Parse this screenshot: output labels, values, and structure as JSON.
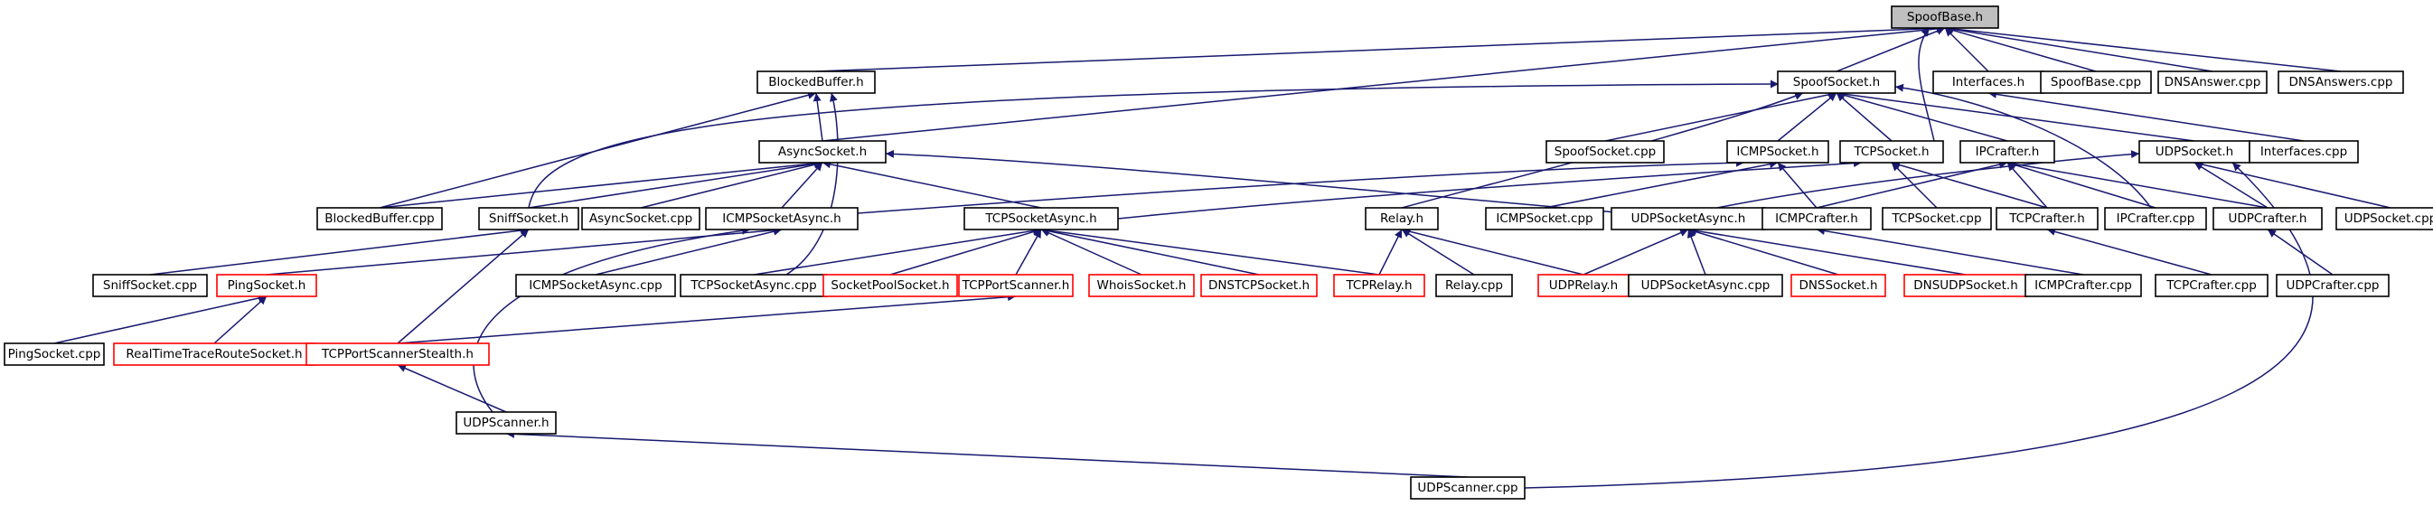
{
  "diagram": {
    "nodes": [
      {
        "id": "spoofbase_h",
        "label": "SpoofBase.h",
        "root": true
      },
      {
        "id": "blockedbuffer_h",
        "label": "BlockedBuffer.h"
      },
      {
        "id": "spoofsocket_h",
        "label": "SpoofSocket.h"
      },
      {
        "id": "interfaces_h",
        "label": "Interfaces.h"
      },
      {
        "id": "spoofbase_cpp",
        "label": "SpoofBase.cpp"
      },
      {
        "id": "dnsanswer_cpp",
        "label": "DNSAnswer.cpp"
      },
      {
        "id": "dnsanswers_cpp",
        "label": "DNSAnswers.cpp"
      },
      {
        "id": "asyncsocket_h",
        "label": "AsyncSocket.h"
      },
      {
        "id": "spoofsocket_cpp",
        "label": "SpoofSocket.cpp"
      },
      {
        "id": "icmpsocket_h",
        "label": "ICMPSocket.h"
      },
      {
        "id": "tcpsocket_h",
        "label": "TCPSocket.h"
      },
      {
        "id": "ipcrafter_h",
        "label": "IPCrafter.h"
      },
      {
        "id": "udpsocket_h",
        "label": "UDPSocket.h"
      },
      {
        "id": "interfaces_cpp",
        "label": "Interfaces.cpp"
      },
      {
        "id": "blockedbuffer_cpp",
        "label": "BlockedBuffer.cpp"
      },
      {
        "id": "sniffsocket_h",
        "label": "SniffSocket.h"
      },
      {
        "id": "asyncsocket_cpp",
        "label": "AsyncSocket.cpp"
      },
      {
        "id": "icmpsocketasync_h",
        "label": "ICMPSocketAsync.h"
      },
      {
        "id": "tcpsocketasync_h",
        "label": "TCPSocketAsync.h"
      },
      {
        "id": "relay_h",
        "label": "Relay.h"
      },
      {
        "id": "icmpsocket_cpp",
        "label": "ICMPSocket.cpp"
      },
      {
        "id": "udpsocketasync_h",
        "label": "UDPSocketAsync.h"
      },
      {
        "id": "icmpcrafter_h",
        "label": "ICMPCrafter.h"
      },
      {
        "id": "tcpsocket_cpp",
        "label": "TCPSocket.cpp"
      },
      {
        "id": "tcpcrafter_h",
        "label": "TCPCrafter.h"
      },
      {
        "id": "ipcrafter_cpp",
        "label": "IPCrafter.cpp"
      },
      {
        "id": "udpcrafter_h",
        "label": "UDPCrafter.h"
      },
      {
        "id": "udpsocket_cpp",
        "label": "UDPSocket.cpp"
      },
      {
        "id": "sniffsocket_cpp",
        "label": "SniffSocket.cpp"
      },
      {
        "id": "pingsocket_h",
        "label": "PingSocket.h",
        "missing": true
      },
      {
        "id": "icmpsocketasync_cpp",
        "label": "ICMPSocketAsync.cpp"
      },
      {
        "id": "tcpsocketasync_cpp",
        "label": "TCPSocketAsync.cpp"
      },
      {
        "id": "socketpoolsocket_h",
        "label": "SocketPoolSocket.h",
        "missing": true
      },
      {
        "id": "tcpportscanner_h",
        "label": "TCPPortScanner.h",
        "missing": true
      },
      {
        "id": "whoissocket_h",
        "label": "WhoisSocket.h",
        "missing": true
      },
      {
        "id": "dnstcpsocket_h",
        "label": "DNSTCPSocket.h",
        "missing": true
      },
      {
        "id": "tcprelay_h",
        "label": "TCPRelay.h",
        "missing": true
      },
      {
        "id": "relay_cpp",
        "label": "Relay.cpp"
      },
      {
        "id": "udprelay_h",
        "label": "UDPRelay.h",
        "missing": true
      },
      {
        "id": "udpsocketasync_cpp",
        "label": "UDPSocketAsync.cpp"
      },
      {
        "id": "dnssocket_h",
        "label": "DNSSocket.h",
        "missing": true
      },
      {
        "id": "dnsudpsocket_h",
        "label": "DNSUDPSocket.h",
        "missing": true
      },
      {
        "id": "icmpcrafter_cpp",
        "label": "ICMPCrafter.cpp"
      },
      {
        "id": "tcpcrafter_cpp",
        "label": "TCPCrafter.cpp"
      },
      {
        "id": "udpcrafter_cpp",
        "label": "UDPCrafter.cpp"
      },
      {
        "id": "pingsocket_cpp",
        "label": "PingSocket.cpp"
      },
      {
        "id": "realtimetraceroutesocket_h",
        "label": "RealTimeTraceRouteSocket.h",
        "missing": true
      },
      {
        "id": "tcpportscannerstealth_h",
        "label": "TCPPortScannerStealth.h",
        "missing": true
      },
      {
        "id": "udpscanner_h",
        "label": "UDPScanner.h"
      },
      {
        "id": "udpscanner_cpp",
        "label": "UDPScanner.cpp"
      }
    ],
    "edges": [
      [
        "blockedbuffer_h",
        "spoofbase_h"
      ],
      [
        "spoofsocket_h",
        "spoofbase_h"
      ],
      [
        "interfaces_h",
        "spoofbase_h"
      ],
      [
        "spoofbase_cpp",
        "spoofbase_h"
      ],
      [
        "dnsanswer_cpp",
        "spoofbase_h"
      ],
      [
        "dnsanswers_cpp",
        "spoofbase_h"
      ],
      [
        "asyncsocket_h",
        "spoofbase_h"
      ],
      [
        "ipcrafter_h",
        "spoofbase_h"
      ],
      [
        "asyncsocket_h",
        "blockedbuffer_h"
      ],
      [
        "blockedbuffer_cpp",
        "blockedbuffer_h"
      ],
      [
        "tcpsocketasync_cpp",
        "blockedbuffer_h"
      ],
      [
        "spoofsocket_cpp",
        "spoofsocket_h"
      ],
      [
        "icmpsocket_h",
        "spoofsocket_h"
      ],
      [
        "tcpsocket_h",
        "spoofsocket_h"
      ],
      [
        "ipcrafter_h",
        "spoofsocket_h"
      ],
      [
        "udpsocket_h",
        "spoofsocket_h"
      ],
      [
        "sniffsocket_h",
        "spoofsocket_h"
      ],
      [
        "relay_h",
        "spoofsocket_h"
      ],
      [
        "ipcrafter_cpp",
        "spoofsocket_h"
      ],
      [
        "interfaces_cpp",
        "interfaces_h"
      ],
      [
        "blockedbuffer_cpp",
        "asyncsocket_h"
      ],
      [
        "sniffsocket_h",
        "asyncsocket_h"
      ],
      [
        "asyncsocket_cpp",
        "asyncsocket_h"
      ],
      [
        "icmpsocketasync_h",
        "asyncsocket_h"
      ],
      [
        "tcpsocketasync_h",
        "asyncsocket_h"
      ],
      [
        "udpsocketasync_h",
        "asyncsocket_h"
      ],
      [
        "icmpsocketasync_h",
        "icmpsocket_h"
      ],
      [
        "icmpsocket_cpp",
        "icmpsocket_h"
      ],
      [
        "icmpcrafter_h",
        "icmpsocket_h"
      ],
      [
        "tcpsocketasync_h",
        "tcpsocket_h"
      ],
      [
        "tcpsocket_cpp",
        "tcpsocket_h"
      ],
      [
        "tcpcrafter_h",
        "tcpsocket_h"
      ],
      [
        "icmpcrafter_h",
        "ipcrafter_h"
      ],
      [
        "tcpcrafter_h",
        "ipcrafter_h"
      ],
      [
        "udpcrafter_h",
        "ipcrafter_h"
      ],
      [
        "ipcrafter_cpp",
        "ipcrafter_h"
      ],
      [
        "udpsocketasync_h",
        "udpsocket_h"
      ],
      [
        "udpcrafter_h",
        "udpsocket_h"
      ],
      [
        "udpsocket_cpp",
        "udpsocket_h"
      ],
      [
        "udpscanner_cpp",
        "udpsocket_h"
      ],
      [
        "sniffsocket_cpp",
        "sniffsocket_h"
      ],
      [
        "tcpportscannerstealth_h",
        "sniffsocket_h"
      ],
      [
        "pingsocket_h",
        "icmpsocketasync_h"
      ],
      [
        "icmpsocketasync_cpp",
        "icmpsocketasync_h"
      ],
      [
        "udpscanner_h",
        "icmpsocketasync_h"
      ],
      [
        "tcpsocketasync_cpp",
        "tcpsocketasync_h"
      ],
      [
        "socketpoolsocket_h",
        "tcpsocketasync_h"
      ],
      [
        "tcpportscanner_h",
        "tcpsocketasync_h"
      ],
      [
        "whoissocket_h",
        "tcpsocketasync_h"
      ],
      [
        "dnstcpsocket_h",
        "tcpsocketasync_h"
      ],
      [
        "tcprelay_h",
        "tcpsocketasync_h"
      ],
      [
        "tcprelay_h",
        "relay_h"
      ],
      [
        "relay_cpp",
        "relay_h"
      ],
      [
        "udprelay_h",
        "relay_h"
      ],
      [
        "udpsocketasync_cpp",
        "udpsocketasync_h"
      ],
      [
        "dnssocket_h",
        "udpsocketasync_h"
      ],
      [
        "dnsudpsocket_h",
        "udpsocketasync_h"
      ],
      [
        "udprelay_h",
        "udpsocketasync_h"
      ],
      [
        "icmpcrafter_cpp",
        "icmpcrafter_h"
      ],
      [
        "tcpcrafter_cpp",
        "tcpcrafter_h"
      ],
      [
        "udpcrafter_cpp",
        "udpcrafter_h"
      ],
      [
        "pingsocket_cpp",
        "pingsocket_h"
      ],
      [
        "realtimetraceroutesocket_h",
        "pingsocket_h"
      ],
      [
        "tcpportscannerstealth_h",
        "tcpportscanner_h"
      ],
      [
        "udpscanner_h",
        "tcpportscannerstealth_h"
      ],
      [
        "udpscanner_cpp",
        "udpscanner_h"
      ]
    ]
  }
}
